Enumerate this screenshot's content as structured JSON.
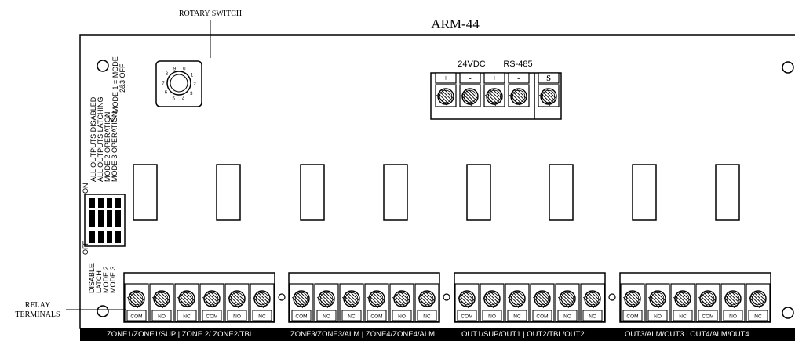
{
  "title": "ARM-44",
  "labels": {
    "rotary_switch": "ROTARY SWITCH",
    "relay_terminals_line1": "RELAY",
    "relay_terminals_line2": "TERMINALS",
    "power": "24VDC",
    "comm": "RS-485"
  },
  "power_terminals": [
    "+",
    "-",
    "+",
    "-",
    "S"
  ],
  "rotary_dial_digits": [
    "0",
    "1",
    "2",
    "3",
    "4",
    "5",
    "6",
    "7",
    "8",
    "9"
  ],
  "mode_legend": {
    "outputs_disabled": "ALL OUTPUTS DISABLED",
    "outputs_latching": "ALL OUTPUTS LATCHING",
    "mode2": "MODE 2 OPERATION",
    "mode3": "MODE 3 OPERATION",
    "bracket_note_line1": "MODE 1 = MODE",
    "bracket_note_line2": "2&3 OFF"
  },
  "dip_switch": {
    "on_label": "ON",
    "off_label": "OFF",
    "positions": [
      "DISABLE",
      "LATCH",
      "MODE 2",
      "MODE 3"
    ]
  },
  "terminal_blocks": [
    {
      "terminals": [
        "COM",
        "NO",
        "NC",
        "COM",
        "NO",
        "NC"
      ]
    },
    {
      "terminals": [
        "COM",
        "NO",
        "NC",
        "COM",
        "NO",
        "NC"
      ]
    },
    {
      "terminals": [
        "COM",
        "NO",
        "NC",
        "COM",
        "NO",
        "NC"
      ]
    },
    {
      "terminals": [
        "COM",
        "NO",
        "NC",
        "COM",
        "NO",
        "NC"
      ]
    }
  ],
  "bottom_labels": [
    "ZONE1/ZONE1/SUP | ZONE 2/ ZONE2/TBL",
    "ZONE3/ZONE3/ALM | ZONE4/ZONE4/ALM",
    "OUT1/SUP/OUT1 | OUT2/TBL/OUT2",
    "OUT3/ALM/OUT3 | OUT4/ALM/OUT4"
  ]
}
